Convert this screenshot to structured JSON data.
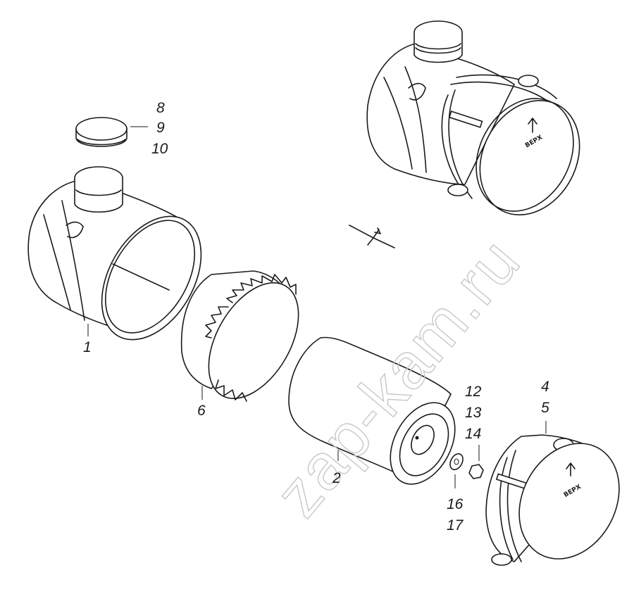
{
  "watermark": "zap-kam.ru",
  "stamp_text": "ВЕРХ",
  "callouts": {
    "c1": "1",
    "c2": "2",
    "c4": "4",
    "c5": "5",
    "c6": "6",
    "c8": "8",
    "c9": "9",
    "c10": "10",
    "c12": "12",
    "c13": "13",
    "c14": "14",
    "c16": "16",
    "c17": "17"
  }
}
